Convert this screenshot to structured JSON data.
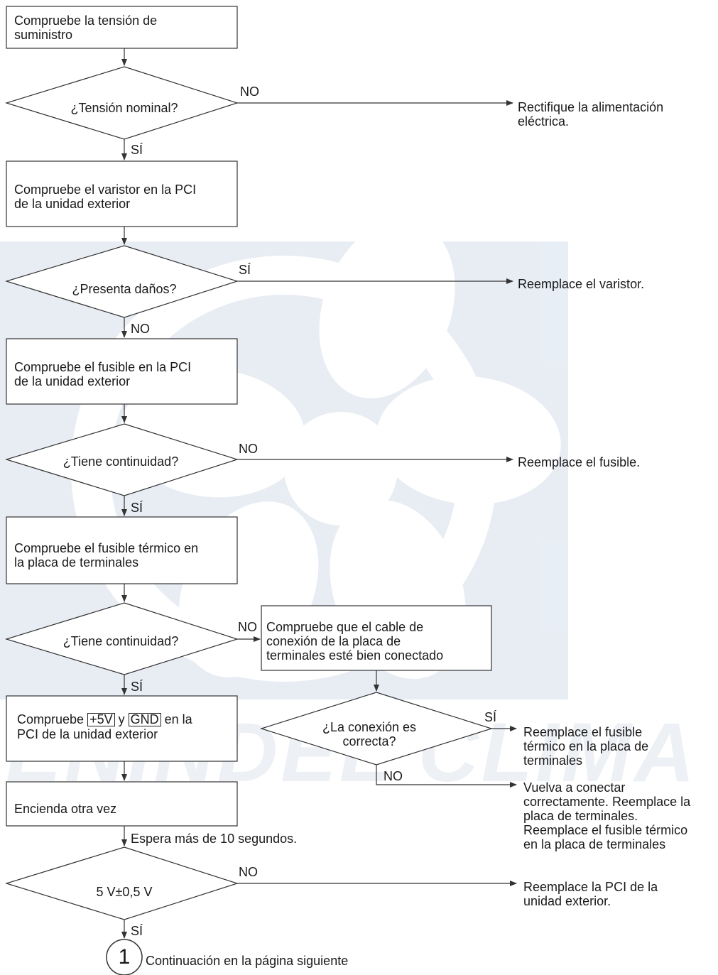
{
  "watermark": {
    "text": "ENINDEL CLIMA"
  },
  "steps": {
    "check_supply": "Compruebe la tensión de\nsuministro",
    "check_varistor": "Compruebe el varistor en la PCI\nde la unidad exterior",
    "check_fuse": "Compruebe el fusible en la PCI\nde la unidad exterior",
    "check_thermal_fuse": "Compruebe el fusible térmico en\nla placa de terminales",
    "check_cable": "Compruebe que el cable de\nconexión de la placa de\nterminales esté bien conectado",
    "check_5v_pre": "Compruebe",
    "check_5v_key1": "+5V",
    "check_5v_mid": "y",
    "check_5v_key2": "GND",
    "check_5v_post": "en la",
    "check_5v_line2": "PCI de la unidad exterior",
    "power_on": "Encienda otra vez"
  },
  "decisions": {
    "nominal": "¿Tensión nominal?",
    "damaged": "¿Presenta daños?",
    "continuity_fuse": "¿Tiene continuidad?",
    "continuity_thermal": "¿Tiene continuidad?",
    "connection_ok": "¿La conexión es\ncorrecta?",
    "voltage": "5 V±0,5 V"
  },
  "outcomes": {
    "fix_supply": "Rectifique la alimentación\neléctrica.",
    "replace_varistor": "Reemplace el varistor.",
    "replace_fuse": "Reemplace el fusible.",
    "replace_thermal": "Reemplace el fusible\ntérmico en la placa de\nterminales",
    "reconnect": "Vuelva a conectar\ncorrectamente. Reemplace la\nplaca de terminales.\nReemplace el fusible térmico\nen la placa de terminales",
    "replace_pcb": "Reemplace la PCI de la\nunidad exterior."
  },
  "labels": {
    "yes": "SÍ",
    "no": "NO",
    "wait": "Espera más de 10 segundos."
  },
  "connector": {
    "number": "1",
    "caption": "Continuación en la página siguiente"
  }
}
